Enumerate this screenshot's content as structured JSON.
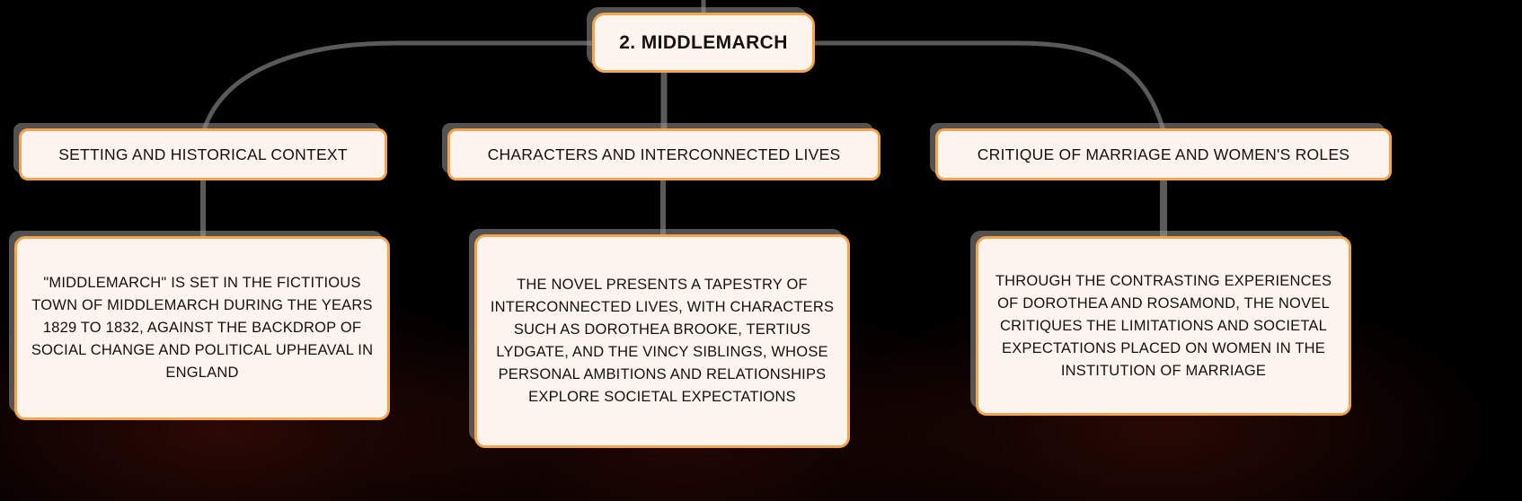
{
  "diagram": {
    "type": "mind-map",
    "background_color": "#000000",
    "node_fill_color": "#FDF5ED",
    "node_border_color": "#F3A44C",
    "connector_color": "#5A5A5A",
    "text_color": "#15110E",
    "root": {
      "label": "2. MIDDLEMARCH"
    },
    "branches": [
      {
        "label": "SETTING AND HISTORICAL CONTEXT",
        "detail": "\"MIDDLEMARCH\" IS SET IN THE FICTITIOUS TOWN OF MIDDLEMARCH DURING THE YEARS 1829 TO 1832, AGAINST THE BACKDROP OF SOCIAL CHANGE AND POLITICAL UPHEAVAL IN ENGLAND"
      },
      {
        "label": "CHARACTERS AND INTERCONNECTED LIVES",
        "detail": "THE NOVEL PRESENTS A TAPESTRY OF INTERCONNECTED LIVES, WITH CHARACTERS SUCH AS DOROTHEA BROOKE, TERTIUS LYDGATE, AND THE VINCY SIBLINGS, WHOSE PERSONAL AMBITIONS AND RELATIONSHIPS EXPLORE SOCIETAL EXPECTATIONS"
      },
      {
        "label": "CRITIQUE OF MARRIAGE AND WOMEN'S ROLES",
        "detail": "THROUGH THE CONTRASTING EXPERIENCES OF DOROTHEA AND ROSAMOND, THE NOVEL CRITIQUES THE LIMITATIONS AND SOCIETAL EXPECTATIONS PLACED ON WOMEN IN THE INSTITUTION OF MARRIAGE"
      }
    ]
  }
}
